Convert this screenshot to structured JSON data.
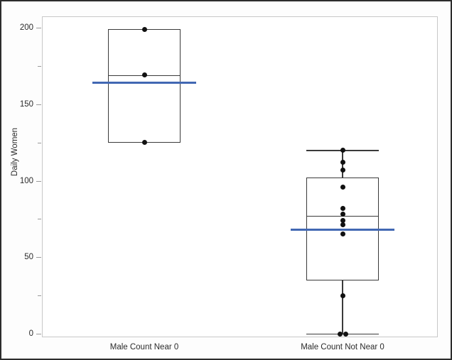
{
  "figure": {
    "background_color": "#ffffff",
    "frame_color": "#2c2c2c",
    "axis_color": "#c8c8c8",
    "mean_line_color": "#4268b3",
    "box_line_color": "#3a3a3a",
    "point_color": "#111111"
  },
  "axes": {
    "ylabel": "Daily Women",
    "xlabel": "",
    "ytick_labels": [
      "200",
      "150",
      "100",
      "50",
      "0"
    ],
    "ytick_values": [
      200,
      150,
      100,
      50,
      0
    ],
    "yminor_values": [
      175,
      125,
      75,
      25
    ],
    "ylim": [
      -5,
      210
    ],
    "xtick_labels": [
      "Male Count Near 0",
      "Male Count Not Near 0"
    ]
  },
  "chart_data": {
    "type": "box",
    "title": "",
    "xlabel": "",
    "ylabel": "Daily Women",
    "ylim": [
      -5,
      210
    ],
    "grid": false,
    "legend": "none",
    "categories": [
      "Male Count Near 0",
      "Male Count Not Near 0"
    ],
    "groups": [
      {
        "name": "Male Count Near 0",
        "q1": 125,
        "median": 169,
        "q3": 199,
        "whisker_low": 125,
        "whisker_high": 199,
        "mean": 164,
        "points": [
          199,
          169,
          125
        ],
        "n": 3
      },
      {
        "name": "Male Count Not Near 0",
        "q1": 35,
        "median": 77,
        "q3": 102,
        "whisker_low": 0,
        "whisker_high": 120,
        "mean": 68,
        "points": [
          120,
          112,
          107,
          96,
          82,
          78,
          74,
          71,
          65,
          25,
          0,
          0
        ],
        "n": 12
      }
    ]
  }
}
